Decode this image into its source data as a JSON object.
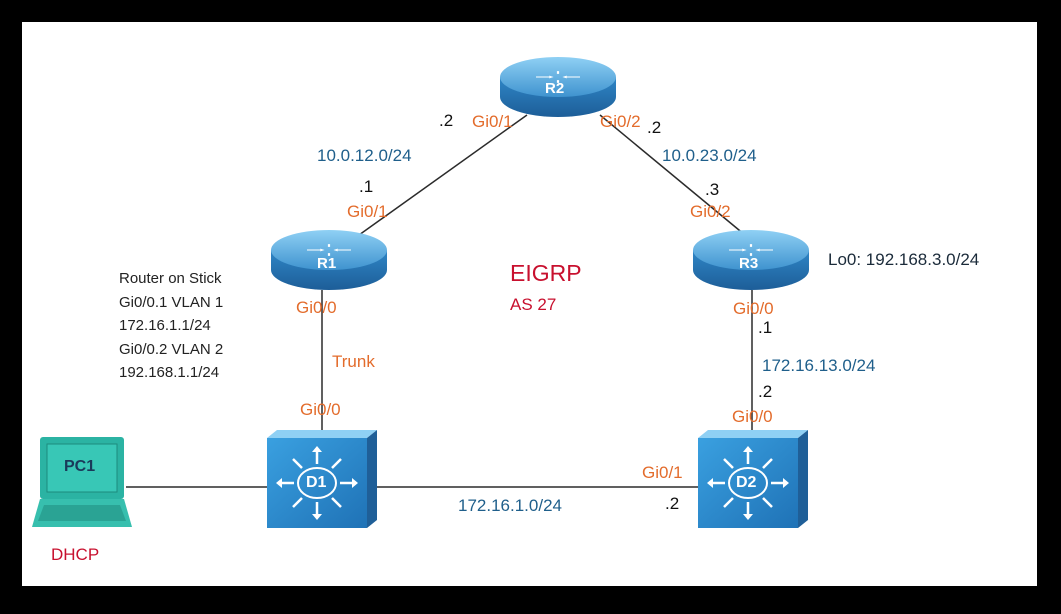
{
  "devices": {
    "r1": {
      "label": "R1"
    },
    "r2": {
      "label": "R2"
    },
    "r3": {
      "label": "R3"
    },
    "d1": {
      "label": "D1"
    },
    "d2": {
      "label": "D2"
    },
    "pc1": {
      "label": "PC1"
    }
  },
  "links": {
    "r1_r2": {
      "network": "10.0.12.0/24",
      "r1_if": "Gi0/1",
      "r1_host": ".1",
      "r2_if": "Gi0/1",
      "r2_host": ".2"
    },
    "r2_r3": {
      "network": "10.0.23.0/24",
      "r2_if": "Gi0/2",
      "r2_host": ".2",
      "r3_if": "Gi0/2",
      "r3_host": ".3"
    },
    "r1_d1": {
      "label": "Trunk",
      "r1_if": "Gi0/0",
      "d1_if": "Gi0/0"
    },
    "r3_d2": {
      "network": "172.16.13.0/24",
      "r3_if": "Gi0/0",
      "r3_host": ".1",
      "d2_if": "Gi0/0",
      "d2_host": ".2"
    },
    "d1_d2": {
      "network": "172.16.1.0/24",
      "d2_if": "Gi0/1",
      "d2_host": ".2"
    }
  },
  "protocol": {
    "name": "EIGRP",
    "as": "AS 27"
  },
  "r3_loopback": "Lo0: 192.168.3.0/24",
  "router_on_stick": {
    "lines": [
      "Router on Stick",
      "Gi0/0.1 VLAN 1",
      "172.16.1.1/24",
      "Gi0/0.2 VLAN 2",
      "192.168.1.1/24"
    ]
  },
  "pc1_addressing": "DHCP",
  "colors": {
    "interface": "#e36c2c",
    "network": "#1f5f8b",
    "protocol": "#c8102e",
    "router_top": "#5aa6d8",
    "router_body": "#2e7fc0",
    "switch_body": "#2e8fd0",
    "pc": "#2bb3a3"
  }
}
